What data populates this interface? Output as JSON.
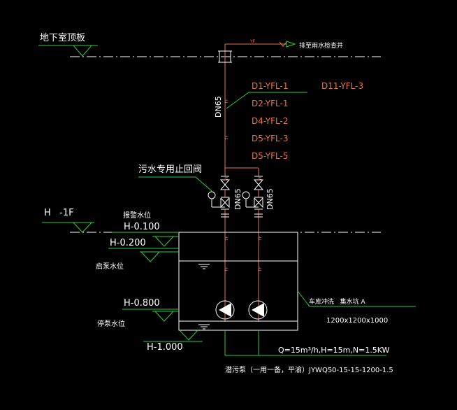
{
  "labels": {
    "basement_roof": "地下室顶板",
    "drain_to": "排至雨水检查井",
    "pipe_size_main": "DN65",
    "pipe_size_left": "DN65",
    "pipe_size_right": "DN65",
    "check_valve": "污水专用止回阀",
    "floor_level": "H   -1F",
    "alarm_level_label": "报警水位",
    "alarm_level": "H-0.100",
    "start_level": "H-0.200",
    "start_level_label": "启泵水位",
    "stop_level": "H-0.800",
    "stop_level_label": "停泵水位",
    "pit_bottom": "H-1.000",
    "pit_name": "车库冲洗   集水坑 A",
    "pit_size": "1200x1200x1000",
    "pump_spec": "Q=15m³/h,H=15m,N=1.5KW",
    "pump_model": "潜污泵（一用一备，平渝）JYWQ50-15-15-1200-1.5",
    "pipe_mark": "YF"
  },
  "riser_codes": {
    "left": [
      "D1-YFL-1",
      "D2-YFL-1",
      "D4-YFL-2",
      "D5-YFL-3",
      "D5-YFL-5"
    ],
    "right": [
      "D11-YFL-3"
    ]
  },
  "colors": {
    "background": "#000000",
    "leader": "#2ecc40",
    "pipe": "#e8734a",
    "outline": "#ffffff"
  }
}
